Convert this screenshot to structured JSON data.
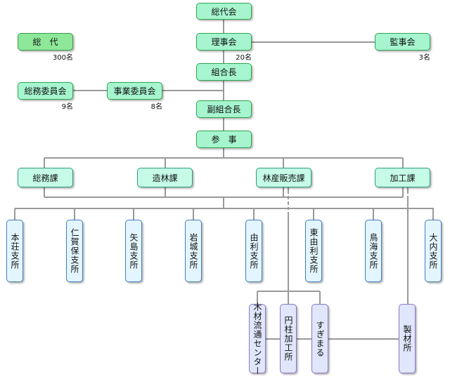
{
  "governance": {
    "sodaikai": "総代会",
    "rijikai": "理事会",
    "rijikai_count": "20名",
    "kanjikai": "監事会",
    "kanjikai_count": "3名",
    "kumiaicho": "組合長",
    "fuku_kumiaicho": "副組合長",
    "sanji": "参　事",
    "sodai": "総　代",
    "sodai_count": "300名",
    "somu_iinkai": "総務委員会",
    "somu_iinkai_count": "9名",
    "jigyo_iinkai": "事業委員会",
    "jigyo_iinkai_count": "8名"
  },
  "departments": [
    "総務課",
    "造林課",
    "林産販売課",
    "加工課"
  ],
  "branches": [
    "本荘支所",
    "仁賀保支所",
    "矢島支所",
    "岩城支所",
    "由利支所",
    "東由利支所",
    "鳥海支所",
    "大内支所"
  ],
  "facilities": [
    "木材流通センター",
    "円柱加工所",
    "すぎまる",
    "製材所"
  ],
  "colors": {
    "line": "#999999",
    "exec_fill": "#a6f5cf",
    "dept_fill": "#c6fbe8",
    "branch_fill": "#e3f6ff",
    "facility_fill": "#e0e6fb"
  }
}
